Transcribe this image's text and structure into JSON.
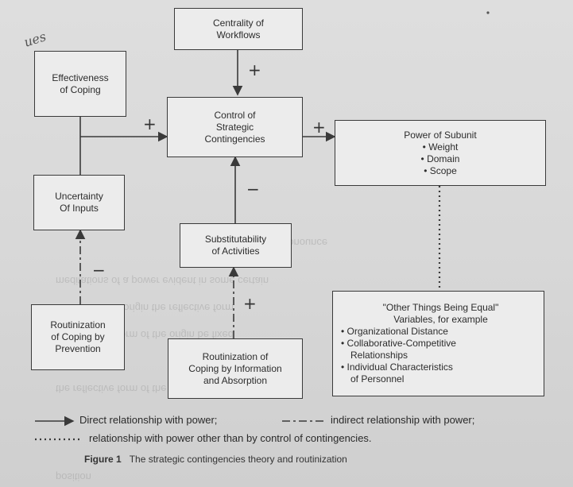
{
  "boxes": {
    "centrality": [
      "Centrality of",
      "Workflows"
    ],
    "effectiveness": [
      "Effectiveness",
      "of Coping"
    ],
    "control": [
      "Control of",
      "Strategic",
      "Contingencies"
    ],
    "power": {
      "title": "Power of Subunit",
      "items": [
        "• Weight",
        "• Domain",
        "• Scope"
      ]
    },
    "uncertainty": [
      "Uncertainty",
      "Of Inputs"
    ],
    "substitutability": [
      "Substitutability",
      "of Activities"
    ],
    "routinization_prevention": [
      "Routinization",
      "of Coping by",
      "Prevention"
    ],
    "routinization_information": [
      "Routinization of",
      "Coping by Information",
      "and Absorption"
    ],
    "other_things": {
      "title": "\"Other Things Being Equal\"",
      "subtitle": "Variables, for example",
      "items": [
        "• Organizational Distance",
        "• Collaborative-Competitive",
        "Relationships",
        "• Individual Characteristics",
        "of Personnel"
      ]
    }
  },
  "signs": {
    "centrality_control": "+",
    "effectiveness_control": "+",
    "control_power": "+",
    "substitutability_control": "−",
    "prevention_uncertainty": "−",
    "information_substitutability": "+"
  },
  "legend": {
    "line1_a": "Direct relationship with power;",
    "line1_b": "indirect relationship with power;",
    "line2": "relationship with power other than by control of contingencies."
  },
  "caption": {
    "label": "Figure 1",
    "text": "The strategic contingencies theory and routinization"
  },
  "margin_note": "ues",
  "show_through_text": [
    "depend on how they pronounce",
    "meditations of a power evident in some certain",
    "be fixed at the origin the reflective form",
    "the reflective form of the origin be fixed",
    "the reflective form of the final grid on",
    "position"
  ]
}
